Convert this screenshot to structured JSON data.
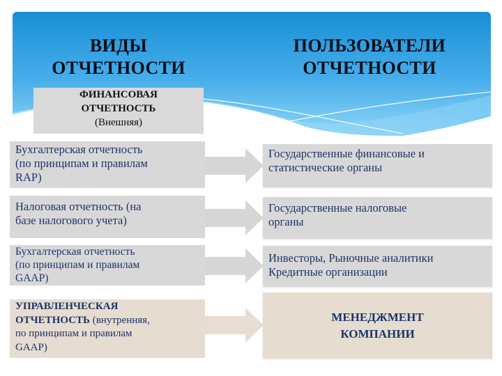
{
  "header": {
    "left_title_line1": "ВИДЫ",
    "left_title_line2": "ОТЧЕТНОСТИ",
    "right_title_line1": "ПОЛЬЗОВАТЕЛИ",
    "right_title_line2": "ОТЧЕТНОСТИ"
  },
  "financial_box": {
    "line1": "ФИНАНСОВАЯ",
    "line2": "ОТЧЕТНОСТЬ",
    "line3": "(Внешняя)"
  },
  "rows": [
    {
      "report_type": [
        "Бухгалтерская отчетность",
        "(по принципам и правилам",
        "RAP)"
      ],
      "users": [
        "Государственные финансовые и",
        "статистические органы"
      ]
    },
    {
      "report_type": [
        "Налоговая отчетность (на",
        "базе налогового учета)"
      ],
      "users": [
        "Государственные налоговые",
        "органы"
      ]
    },
    {
      "report_type": [
        "Бухгалтерская отчетность",
        "(по принципам и правилам",
        "GAAP)"
      ],
      "users": [
        "Инвесторы, Рыночные аналитики",
        "Кредитные организации"
      ]
    },
    {
      "report_type_bold1": "УПРАВЛЕНЧЕСКАЯ",
      "report_type_bold2": "ОТЧЕТНОСТЬ",
      "report_type_rest2": " (внутренняя,",
      "report_type": [
        "по принципам и правилам",
        "GAAP)"
      ],
      "users": [
        "МЕНЕДЖМЕНТ",
        "КОМПАНИИ"
      ]
    }
  ],
  "colors": {
    "banner_top": "#1a8fd6",
    "banner_bottom": "#7fd0f5",
    "grey_box": "#d8d8d8",
    "beige_box": "#e6dcd0",
    "text_blue": "#1c3566"
  }
}
